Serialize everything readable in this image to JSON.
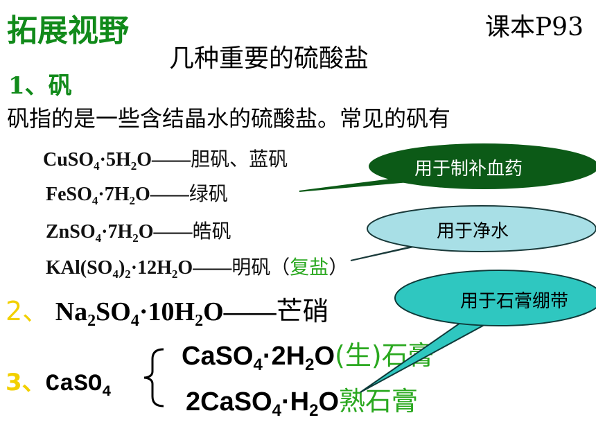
{
  "header": {
    "topic": "拓展视野",
    "page_ref": "课本P93",
    "title": "几种重要的硫酸盐"
  },
  "section1": {
    "heading": "1、矾",
    "desc": "矾指的是一些含结晶水的硫酸盐。常见的矾有",
    "alums": [
      {
        "parts": [
          "CuSO",
          "4",
          "·5H",
          "2",
          "O——"
        ],
        "name": "胆矾、蓝矾"
      },
      {
        "parts": [
          "FeSO",
          "4",
          "·7H",
          "2",
          "O——"
        ],
        "name": "绿矾"
      },
      {
        "parts": [
          "ZnSO",
          "4",
          "·7H",
          "2",
          "O——"
        ],
        "name": "皓矾"
      },
      {
        "parts": [
          "KAl(SO",
          "4",
          ")",
          "2",
          "·12H",
          "2",
          "O——"
        ],
        "name": "明矾",
        "note_open": "（",
        "note": "复盐",
        "note_close": "）"
      }
    ]
  },
  "section2": {
    "num": "2、",
    "parts": [
      "Na",
      "2",
      "SO",
      "4",
      "·10H",
      "2",
      "O——"
    ],
    "name": "芒硝"
  },
  "section3": {
    "num": "3、",
    "parts": [
      "CaSO",
      "4"
    ],
    "raw": {
      "parts": [
        "CaSO",
        "4",
        "·2H",
        "2",
        "O"
      ],
      "tag": "(生)",
      "name": "石膏"
    },
    "burnt": {
      "parts": [
        "2CaSO",
        "4",
        "·H",
        "2",
        "O"
      ],
      "name": "熟石膏"
    }
  },
  "callouts": {
    "blood": "用于制补血药",
    "water": "用于净水",
    "cast": "用于石膏绷带"
  },
  "colors": {
    "heading_green": "#118a1a",
    "note_green": "#2aa81f",
    "number_yellow": "#f2d000",
    "bubble_dark": "#0c5a17",
    "bubble_light": "#a8dfe6",
    "bubble_teal": "#2fc7c0"
  }
}
